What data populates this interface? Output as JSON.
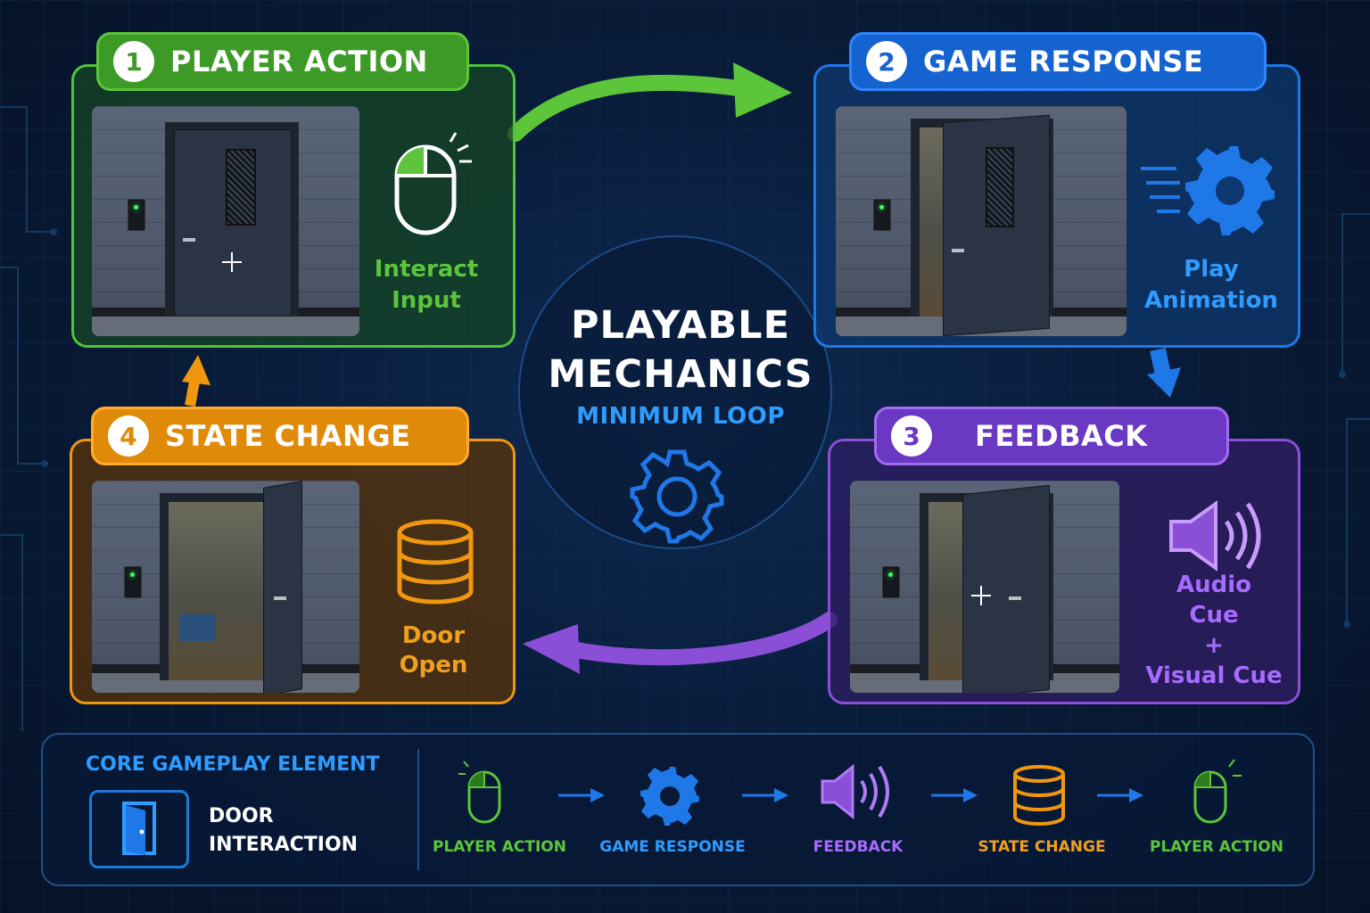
{
  "center": {
    "title_line1": "PLAYABLE",
    "title_line2": "MECHANICS",
    "subtitle": "MINIMUM LOOP"
  },
  "colors": {
    "green": "#4fc43a",
    "blue": "#1f78e8",
    "purple": "#8a4fd6",
    "orange": "#f0960f",
    "accent_text": "#2f9cff"
  },
  "steps": [
    {
      "number": "1",
      "title": "PLAYER ACTION",
      "label": "Interact\nInput",
      "icon": "mouse-icon"
    },
    {
      "number": "2",
      "title": "GAME RESPONSE",
      "label": "Play\nAnimation",
      "icon": "gear-icon"
    },
    {
      "number": "3",
      "title": "FEEDBACK",
      "label": "Audio\nCue\n+\nVisual Cue",
      "icon": "speaker-icon"
    },
    {
      "number": "4",
      "title": "STATE CHANGE",
      "label": "Door\nOpen",
      "icon": "database-icon"
    }
  ],
  "bottom": {
    "heading": "CORE GAMEPLAY ELEMENT",
    "element_line1": "DOOR",
    "element_line2": "INTERACTION",
    "flow": [
      "PLAYER ACTION",
      "GAME RESPONSE",
      "FEEDBACK",
      "STATE CHANGE",
      "PLAYER ACTION"
    ]
  }
}
